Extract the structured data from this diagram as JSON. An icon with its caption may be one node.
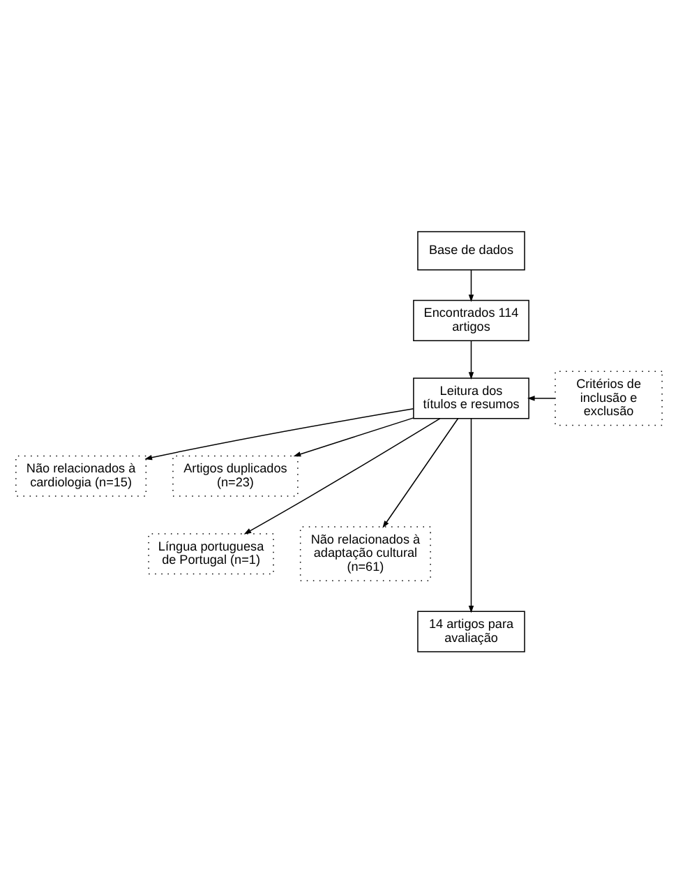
{
  "diagram": {
    "nodes": [
      {
        "text": [
          "Base de dados"
        ]
      },
      {
        "text": [
          "Encontrados 114 artigos"
        ]
      },
      {
        "text": [
          "Critérios de inclusão e exclusão"
        ]
      },
      {
        "text": [
          "Leitura dos títulos e resumos"
        ]
      },
      {
        "text": [
          "Não relacionados à cardiologia (n=15)"
        ]
      },
      {
        "text": [
          "Artigos duplicados (n=23)"
        ]
      },
      {
        "text": [
          "Língua portuguesa de Portugal (n=1)"
        ]
      },
      {
        "text": [
          "Não relacionados à adaptação cultural (n=61)"
        ]
      },
      {
        "text": [
          "14 artigos para avaliação"
        ]
      }
    ],
    "edges": [
      {
        "from": 0,
        "to": 1,
        "arrow": "to"
      },
      {
        "from": 1,
        "to": 3,
        "arrow": "to"
      },
      {
        "from": 2,
        "to": 3,
        "arrow": "to"
      },
      {
        "from": 3,
        "to": 4,
        "arrow": "to"
      },
      {
        "from": 3,
        "to": 5,
        "arrow": "to"
      },
      {
        "from": 3,
        "to": 6,
        "arrow": "to"
      },
      {
        "from": 3,
        "to": 7,
        "arrow": "to"
      },
      {
        "from": 3,
        "to": 8,
        "arrow": "to"
      }
    ]
  }
}
